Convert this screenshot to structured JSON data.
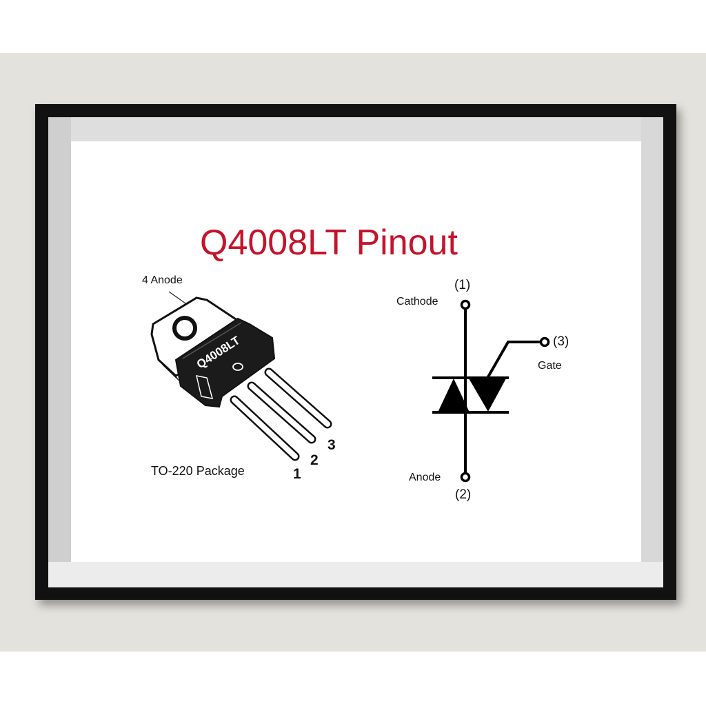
{
  "title": "Q4008LT Pinout",
  "package": {
    "tab_label": "4 Anode",
    "body_marking": "Q4008LT",
    "package_label": "TO-220 Package",
    "pin_numbers": [
      "1",
      "2",
      "3"
    ]
  },
  "symbol": {
    "cathode_label": "Cathode",
    "cathode_pin": "(1)",
    "anode_label": "Anode",
    "anode_pin": "(2)",
    "gate_label": "Gate",
    "gate_pin": "(3)"
  },
  "colors": {
    "title": "#c4142b",
    "frame": "#111111",
    "wall": "#e4e2dc"
  }
}
